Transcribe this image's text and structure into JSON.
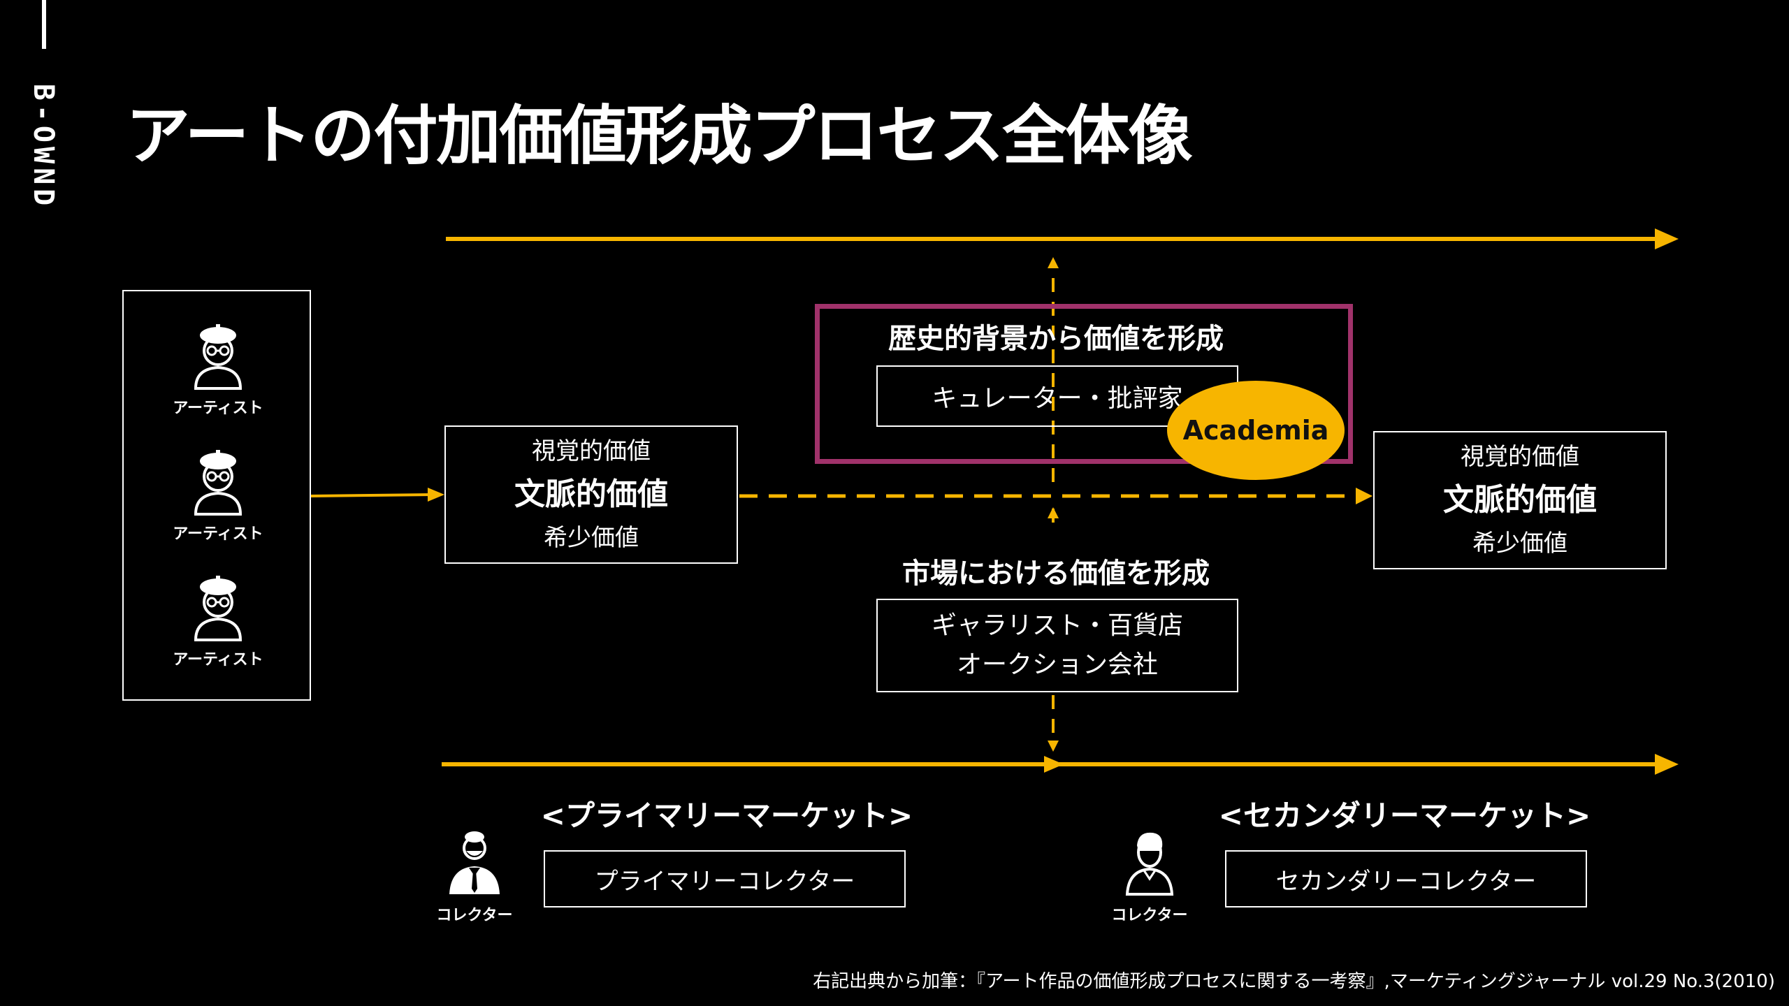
{
  "brand": {
    "logo_text": "B-OWND"
  },
  "title": "アートの付加価値形成プロセス全体像",
  "artists": [
    {
      "label": "アーティスト"
    },
    {
      "label": "アーティスト"
    },
    {
      "label": "アーティスト"
    }
  ],
  "value_box_left": {
    "line1": "視覚的価値",
    "line2": "文脈的価値",
    "line3": "希少価値"
  },
  "value_box_right": {
    "line1": "視覚的価値",
    "line2": "文脈的価値",
    "line3": "希少価値"
  },
  "history": {
    "title": "歴史的背景から価値を形成",
    "actors": "キュレーター・批評家",
    "badge": "Academia"
  },
  "market": {
    "title": "市場における価値を形成",
    "actors_line1": "ギャラリスト・百貨店",
    "actors_line2": "オークション会社"
  },
  "primary": {
    "label": "<プライマリーマーケット>",
    "collector_box": "プライマリーコレクター",
    "collector_label": "コレクター"
  },
  "secondary": {
    "label": "<セカンダリーマーケット>",
    "collector_box": "セカンダリーコレクター",
    "collector_label": "コレクター"
  },
  "footer": "右記出典から加筆：『アート作品の価値形成プロセスに関する一考察』,マーケティングジャーナル vol.29 No.3(2010)",
  "colors": {
    "accent": "#f7b500",
    "highlight_frame": "#a0326a",
    "background": "#000000",
    "text": "#ffffff"
  },
  "icons": {
    "artist": "artist-beret-icon",
    "primary_collector": "suit-collector-icon",
    "secondary_collector": "collector-icon"
  }
}
